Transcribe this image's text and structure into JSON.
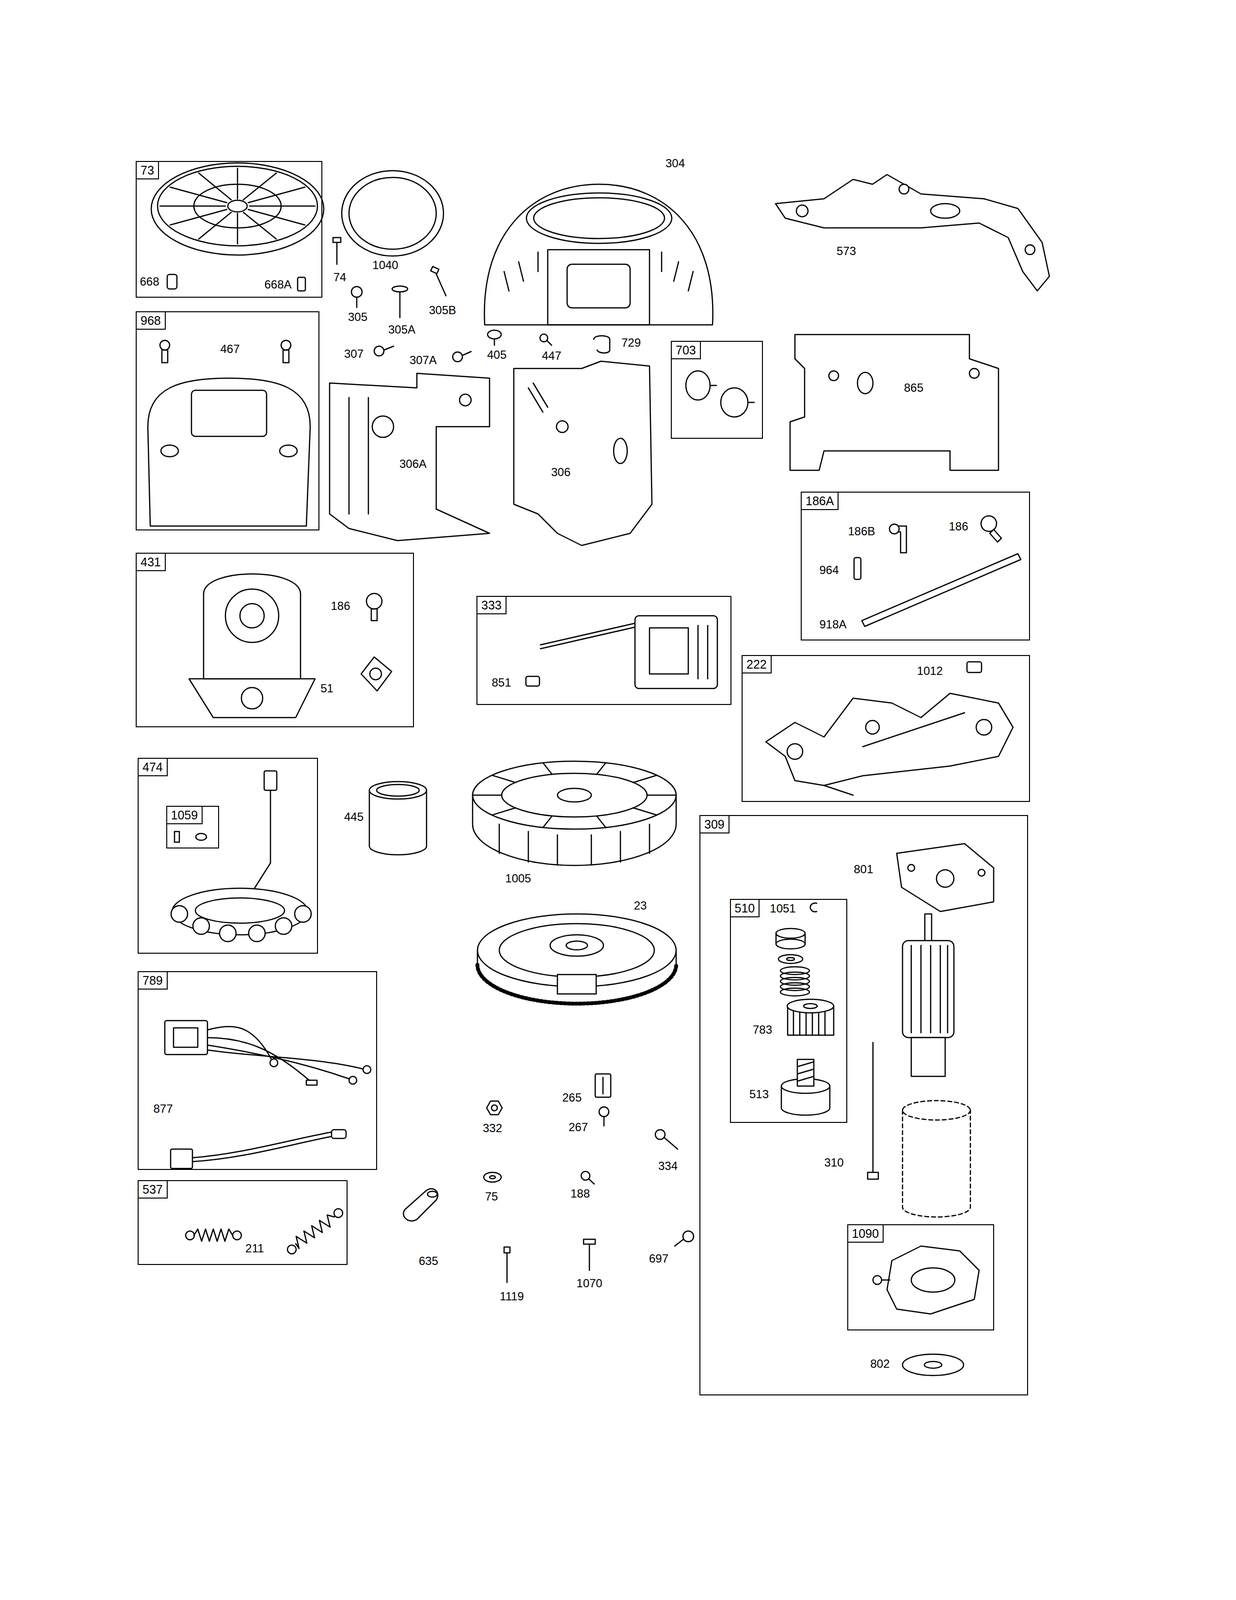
{
  "diagram": {
    "nodes": [
      {
        "text": [
          "73",
          "668",
          "668A"
        ]
      },
      {
        "text": [
          "968",
          "467"
        ]
      },
      {
        "text": [
          "703"
        ]
      },
      {
        "text": [
          "186A",
          "186B",
          "186",
          "964",
          "918A"
        ]
      },
      {
        "text": [
          "431",
          "186",
          "51"
        ]
      },
      {
        "text": [
          "333",
          "851"
        ]
      },
      {
        "text": [
          "222",
          "1012"
        ]
      },
      {
        "text": [
          "474"
        ]
      },
      {
        "text": [
          "1059"
        ],
        "in": 7
      },
      {
        "text": [
          "309",
          "801",
          "310",
          "802"
        ]
      },
      {
        "text": [
          "510",
          "1051",
          "783",
          "513"
        ],
        "in": 9
      },
      {
        "text": [
          "1090"
        ],
        "in": 9
      },
      {
        "text": [
          "789",
          "877"
        ]
      },
      {
        "text": [
          "537",
          "211"
        ]
      }
    ],
    "labels": [
      "304",
      "573",
      "1040",
      "74",
      "305",
      "305A",
      "305B",
      "307",
      "307A",
      "405",
      "447",
      "729",
      "865",
      "306A",
      "306",
      "445",
      "1005",
      "23",
      "265",
      "332",
      "267",
      "334",
      "75",
      "188",
      "635",
      "697",
      "1119",
      "1070"
    ]
  }
}
